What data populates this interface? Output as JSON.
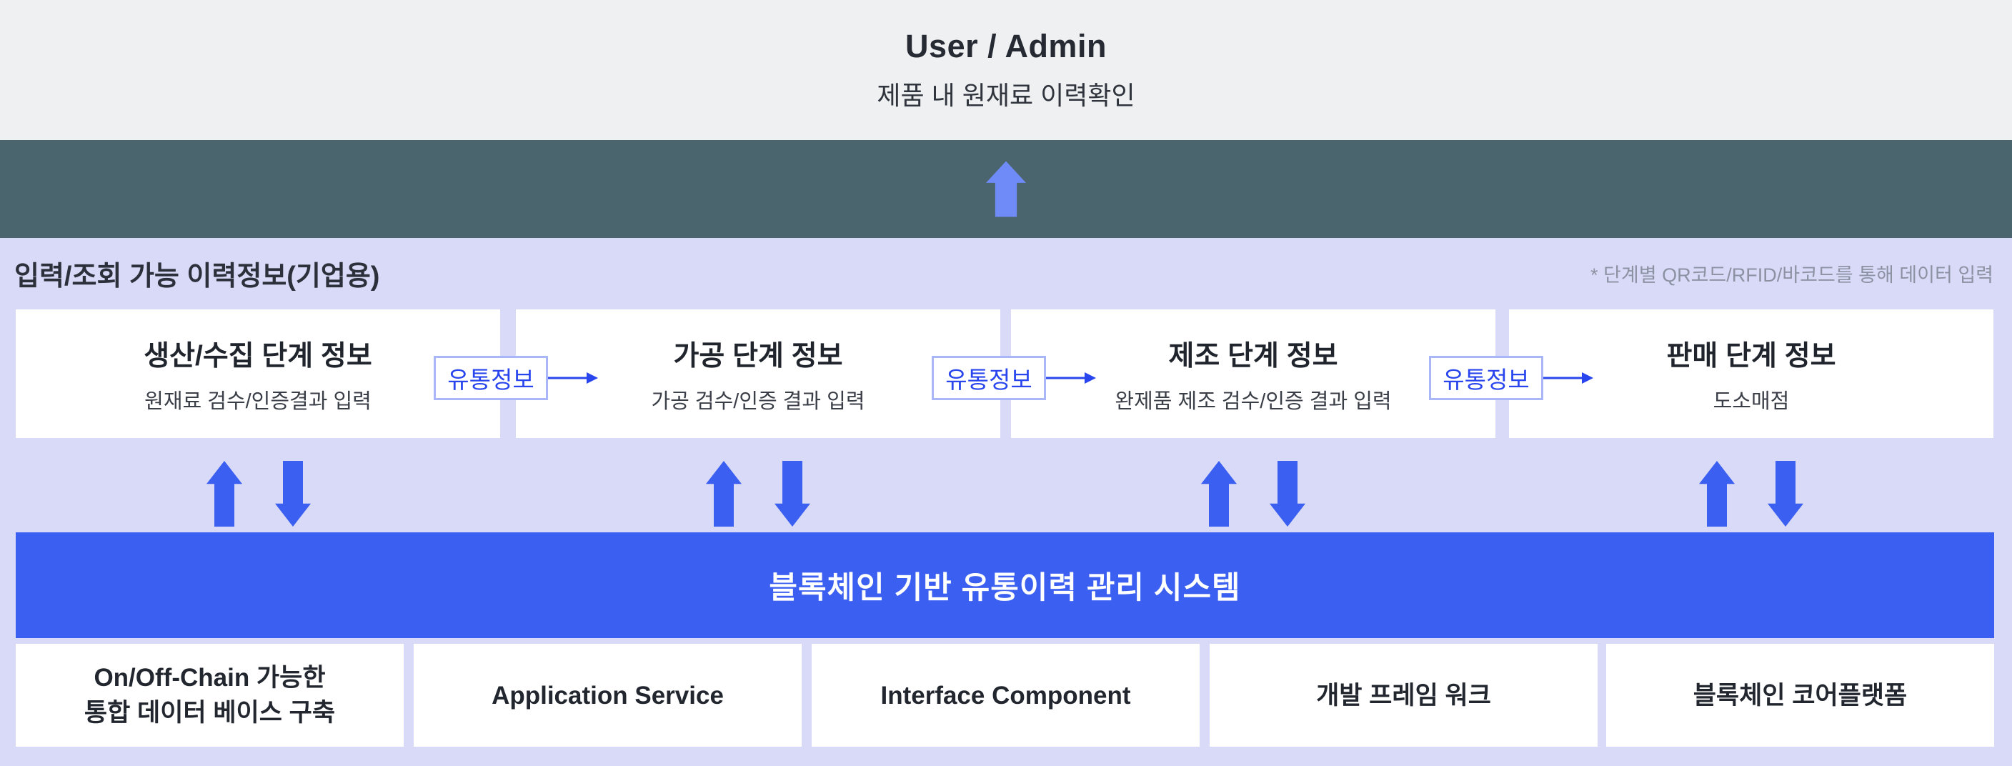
{
  "colors": {
    "header_bg": "#eef0f2",
    "flow_band_bg": "#4b656e",
    "section_bg": "#d8daf8",
    "primary_blue": "#3b5ff1",
    "light_arrow_blue": "#6e8bf7",
    "flow_chip_border": "#a9b6f8",
    "flow_chip_text": "#2946ee",
    "note_text": "#8d92a3",
    "dark_text": "#22262e"
  },
  "header": {
    "title": "User / Admin",
    "subtitle": "제품 내 원재료 이력확인"
  },
  "enterprise_section": {
    "label": "입력/조회 가능 이력정보(기업용)",
    "note": "* 단계별 QR코드/RFID/바코드를 통해 데이터 입력",
    "flow_label": "유통정보",
    "stages": [
      {
        "title": "생산/수집 단계 정보",
        "subtitle": "원재료 검수/인증결과 입력"
      },
      {
        "title": "가공 단계 정보",
        "subtitle": "가공 검수/인증 결과 입력"
      },
      {
        "title": "제조 단계 정보",
        "subtitle": "완제품 제조 검수/인증 결과 입력"
      },
      {
        "title": "판매 단계 정보",
        "subtitle": "도소매점"
      }
    ]
  },
  "blockchain_bar": {
    "title": "블록체인 기반 유통이력 관리 시스템"
  },
  "platform_components": [
    {
      "label": "On/Off-Chain 가능한\n통합 데이터 베이스 구축"
    },
    {
      "label": "Application Service"
    },
    {
      "label": "Interface Component"
    },
    {
      "label": "개발 프레임 워크"
    },
    {
      "label": "블록체인 코어플랫폼"
    }
  ]
}
